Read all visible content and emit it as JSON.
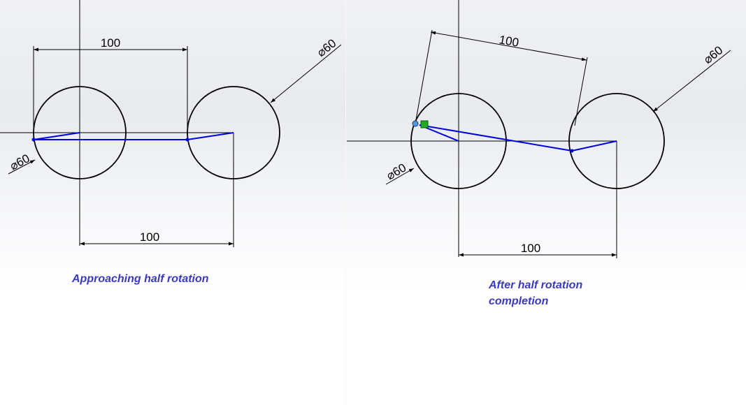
{
  "left_view": {
    "dim_top": "100",
    "dim_bottom": "100",
    "diameter_left": "⌀60",
    "diameter_right": "⌀60",
    "caption": "Approaching half rotation"
  },
  "right_view": {
    "dim_top": "100",
    "dim_bottom": "100",
    "diameter_left": "⌀60",
    "diameter_right": "⌀60",
    "caption": "After half rotation completion"
  },
  "colors": {
    "link_line": "#0000dd",
    "sketch_line": "#000000",
    "caption_text": "#3a3ac0",
    "endpoint_marker": "#22aa22",
    "point_marker": "#5599dd"
  }
}
